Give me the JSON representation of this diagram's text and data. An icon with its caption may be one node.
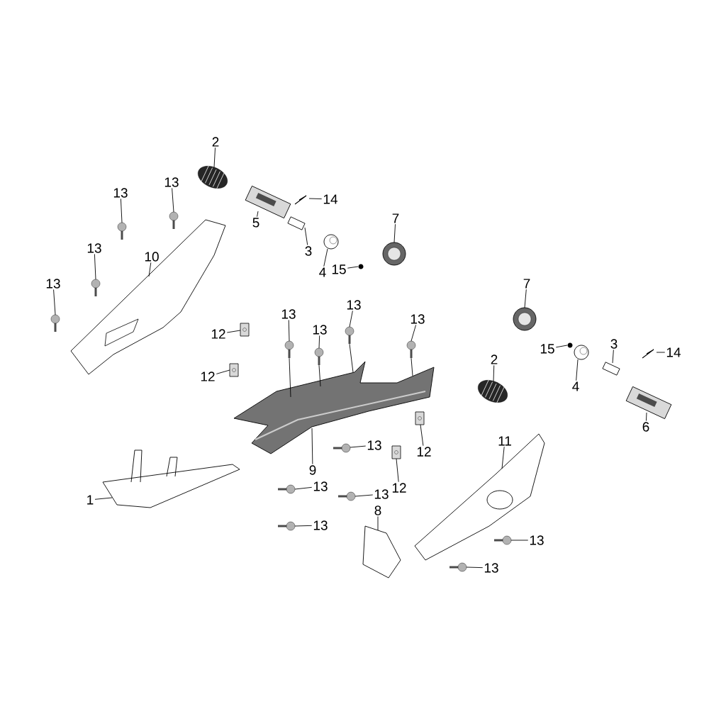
{
  "diagram": {
    "nodes": [
      {
        "text": [
          "2"
        ]
      },
      {
        "text": [
          "13"
        ]
      },
      {
        "text": [
          "13"
        ]
      },
      {
        "text": [
          "14"
        ]
      },
      {
        "text": [
          "5"
        ]
      },
      {
        "text": [
          "3"
        ]
      },
      {
        "text": [
          "7"
        ]
      },
      {
        "text": [
          "13"
        ]
      },
      {
        "text": [
          "10"
        ]
      },
      {
        "text": [
          "4"
        ]
      },
      {
        "text": [
          "15"
        ]
      },
      {
        "text": [
          "13"
        ]
      },
      {
        "text": [
          "7"
        ]
      },
      {
        "text": [
          "13"
        ]
      },
      {
        "text": [
          "13"
        ]
      },
      {
        "text": [
          "13"
        ]
      },
      {
        "text": [
          "13"
        ]
      },
      {
        "text": [
          "12"
        ]
      },
      {
        "text": [
          "15"
        ]
      },
      {
        "text": [
          "3"
        ]
      },
      {
        "text": [
          "14"
        ]
      },
      {
        "text": [
          "2"
        ]
      },
      {
        "text": [
          "12"
        ]
      },
      {
        "text": [
          "4"
        ]
      },
      {
        "text": [
          "6"
        ]
      },
      {
        "text": [
          "11"
        ]
      },
      {
        "text": [
          "13"
        ]
      },
      {
        "text": [
          "12"
        ]
      },
      {
        "text": [
          "9"
        ]
      },
      {
        "text": [
          "12"
        ]
      },
      {
        "text": [
          "13"
        ]
      },
      {
        "text": [
          "13"
        ]
      },
      {
        "text": [
          "1"
        ]
      },
      {
        "text": [
          "13"
        ]
      },
      {
        "text": [
          "8"
        ]
      },
      {
        "text": [
          "13"
        ]
      },
      {
        "text": [
          "13"
        ]
      },
      {
        "text": [],
        "shape": "picture"
      },
      {
        "text": [],
        "shape": "picture"
      },
      {
        "text": [],
        "shape": "picture"
      },
      {
        "text": [],
        "shape": "picture"
      },
      {
        "text": [],
        "shape": "picture"
      },
      {
        "text": [],
        "shape": "picture"
      },
      {
        "text": [],
        "shape": "picture"
      },
      {
        "text": [],
        "shape": "picture"
      },
      {
        "text": [],
        "shape": "picture"
      },
      {
        "text": [],
        "shape": "picture"
      },
      {
        "text": [],
        "shape": "picture"
      },
      {
        "text": [],
        "shape": "picture"
      },
      {
        "text": [],
        "shape": "picture"
      },
      {
        "text": [],
        "shape": "picture"
      },
      {
        "text": [],
        "shape": "picture"
      },
      {
        "text": [],
        "shape": "picture"
      },
      {
        "text": [],
        "shape": "picture"
      },
      {
        "text": [],
        "shape": "picture"
      },
      {
        "text": [],
        "shape": "picture"
      },
      {
        "text": [],
        "shape": "picture"
      },
      {
        "text": [],
        "shape": "picture"
      },
      {
        "text": [],
        "shape": "picture"
      },
      {
        "text": [],
        "shape": "picture"
      },
      {
        "text": [],
        "shape": "picture"
      },
      {
        "text": [],
        "shape": "picture"
      },
      {
        "text": [],
        "shape": "picture"
      },
      {
        "text": [],
        "shape": "picture"
      },
      {
        "text": [],
        "shape": "picture"
      },
      {
        "text": [],
        "shape": "picture"
      },
      {
        "text": [],
        "shape": "picture"
      },
      {
        "text": [],
        "shape": "picture"
      },
      {
        "text": [],
        "shape": "picture"
      },
      {
        "text": [],
        "shape": "picture"
      },
      {
        "text": [],
        "shape": "picture"
      },
      {
        "text": [],
        "shape": "picture"
      },
      {
        "text": [],
        "shape": "picture"
      },
      {
        "text": [],
        "shape": "picture"
      }
    ],
    "edges": [
      {
        "from": 0,
        "to": 37,
        "arrow": "none"
      },
      {
        "from": 1,
        "to": 38,
        "arrow": "none"
      },
      {
        "from": 2,
        "to": 39,
        "arrow": "none"
      },
      {
        "from": 3,
        "to": 40,
        "arrow": "none"
      },
      {
        "from": 4,
        "to": 41,
        "arrow": "none"
      },
      {
        "from": 5,
        "to": 42,
        "arrow": "none"
      },
      {
        "from": 6,
        "to": 43,
        "arrow": "none"
      },
      {
        "from": 7,
        "to": 44,
        "arrow": "none"
      },
      {
        "from": 8,
        "to": 45,
        "arrow": "none"
      },
      {
        "from": 9,
        "to": 46,
        "arrow": "none"
      },
      {
        "from": 10,
        "to": 47,
        "arrow": "none"
      },
      {
        "from": 11,
        "to": 48,
        "arrow": "none"
      },
      {
        "from": 12,
        "to": 49,
        "arrow": "none"
      },
      {
        "from": 13,
        "to": 50,
        "arrow": "none"
      },
      {
        "from": 14,
        "to": 51,
        "arrow": "none"
      },
      {
        "from": 15,
        "to": 52,
        "arrow": "none"
      },
      {
        "from": 16,
        "to": 53,
        "arrow": "none"
      },
      {
        "from": 17,
        "to": 54,
        "arrow": "none"
      },
      {
        "from": 18,
        "to": 55,
        "arrow": "none"
      },
      {
        "from": 19,
        "to": 56,
        "arrow": "none"
      },
      {
        "from": 20,
        "to": 57,
        "arrow": "none"
      },
      {
        "from": 21,
        "to": 58,
        "arrow": "none"
      },
      {
        "from": 22,
        "to": 59,
        "arrow": "none"
      },
      {
        "from": 23,
        "to": 60,
        "arrow": "none"
      },
      {
        "from": 24,
        "to": 61,
        "arrow": "none"
      },
      {
        "from": 25,
        "to": 62,
        "arrow": "none"
      },
      {
        "from": 26,
        "to": 63,
        "arrow": "none"
      },
      {
        "from": 27,
        "to": 64,
        "arrow": "none"
      },
      {
        "from": 28,
        "to": 65,
        "arrow": "none"
      },
      {
        "from": 29,
        "to": 66,
        "arrow": "none"
      },
      {
        "from": 30,
        "to": 67,
        "arrow": "none"
      },
      {
        "from": 31,
        "to": 68,
        "arrow": "none"
      },
      {
        "from": 32,
        "to": 69,
        "arrow": "none"
      },
      {
        "from": 33,
        "to": 70,
        "arrow": "none"
      },
      {
        "from": 34,
        "to": 71,
        "arrow": "none"
      },
      {
        "from": 35,
        "to": 72,
        "arrow": "none"
      },
      {
        "from": 36,
        "to": 73,
        "arrow": "none"
      },
      {
        "from": 50,
        "to": 65,
        "arrow": "none"
      },
      {
        "from": 51,
        "to": 65,
        "arrow": "none"
      },
      {
        "from": 52,
        "to": 65,
        "arrow": "none"
      },
      {
        "from": 53,
        "to": 65,
        "arrow": "none"
      }
    ]
  }
}
